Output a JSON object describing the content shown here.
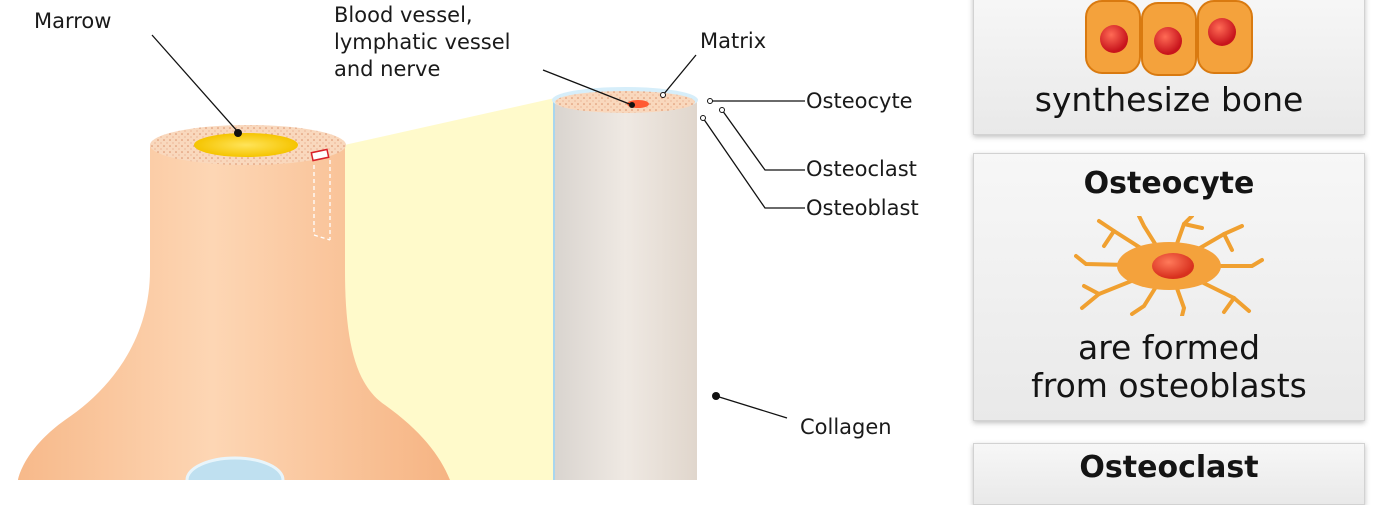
{
  "bone_labels": {
    "marrow": "Marrow",
    "vessel_line1": "Blood vessel,",
    "vessel_line2": "lymphatic vessel",
    "vessel_line3": "and nerve",
    "matrix": "Matrix",
    "osteocyte": "Osteocyte",
    "osteoclast": "Osteoclast",
    "osteoblast": "Osteoblast",
    "collagen": "Collagen"
  },
  "cards": {
    "osteoblast": {
      "text": "synthesize bone"
    },
    "osteocyte": {
      "title": "Osteocyte",
      "text_line1": "are formed",
      "text_line2": "from osteoblasts"
    },
    "osteoclast": {
      "title": "Osteoclast"
    }
  },
  "colors": {
    "bone": "#fbc79a",
    "marrow": "#ffd21a",
    "zoom_beam": "#fffac8",
    "column": "#e9e3dc",
    "cell_orange": "#f4a23c",
    "nucleus_red": "#d9232a"
  }
}
